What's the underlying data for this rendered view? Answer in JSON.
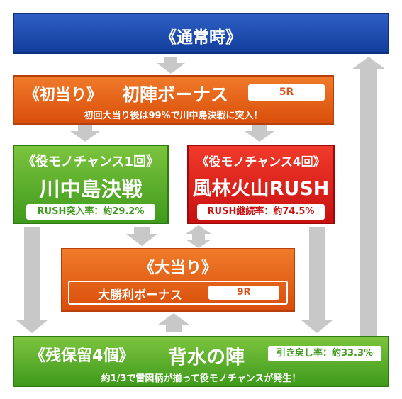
{
  "normal": {
    "title": "《通常時》"
  },
  "first_hit": {
    "tag": "《初当り》",
    "name": "初陣ボーナス",
    "rounds": "5R",
    "note": "初回大当り後は99%で川中島決戦に突入！"
  },
  "chance1": {
    "title": "《役モノチャンス1回》",
    "name": "川中島決戦",
    "rate": "RUSH突入率：約29.2%"
  },
  "chance4": {
    "title": "《役モノチャンス4回》",
    "name": "風林火山RUSH",
    "rate": "RUSH継続率：約74.5%"
  },
  "big_hit": {
    "tag": "《大当り》",
    "name": "大勝利ボーナス",
    "rounds": "9R"
  },
  "hold4": {
    "tag": "《残保留4個》",
    "name": "背水の陣",
    "rate": "引き戻し率：約33.3%",
    "note": "約1/3で雷図柄が揃って役モノチャンスが発生！"
  },
  "colors": {
    "blue": "#1b47a8",
    "orange": "#e8621a",
    "green": "#58ad2a",
    "red": "#e02418",
    "arrow": "#c8c8c8"
  }
}
